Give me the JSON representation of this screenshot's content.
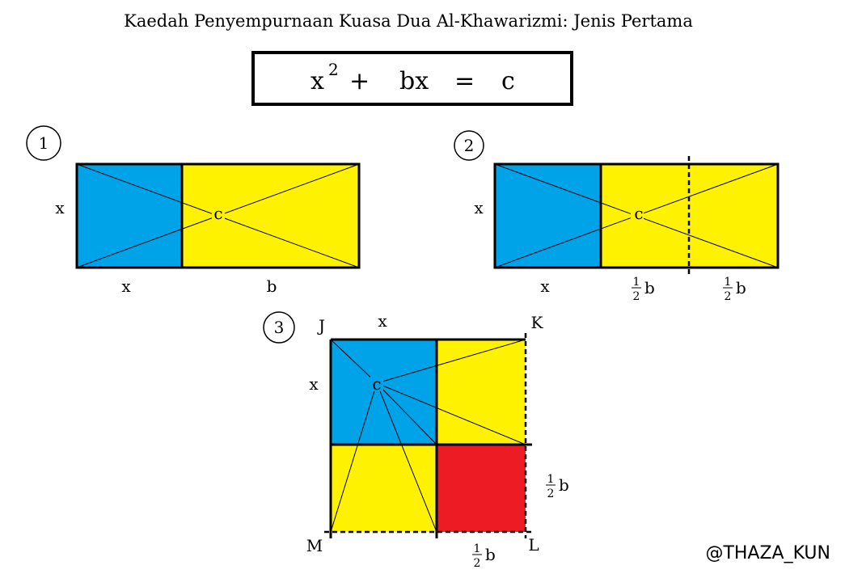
{
  "title": "Kaedah Penyempurnaan Kuasa Dua Al-Khawarizmi: Jenis Pertama",
  "equation": {
    "x": "x",
    "exponent": "2",
    "plus": "+",
    "bx": "bx",
    "equals": "=",
    "c": "c"
  },
  "step1": {
    "number": "1",
    "side_label": "x",
    "bottom_left_label": "x",
    "bottom_right_label": "b",
    "center_label": "c"
  },
  "step2": {
    "number": "2",
    "side_label": "x",
    "bottom_left_label": "x",
    "half_b_left": {
      "num": "1",
      "den": "2",
      "var": "b"
    },
    "half_b_right": {
      "num": "1",
      "den": "2",
      "var": "b"
    },
    "center_label": "c"
  },
  "step3": {
    "number": "3",
    "corner_J": "J",
    "corner_K": "K",
    "corner_L": "L",
    "corner_M": "M",
    "top_label": "x",
    "side_label": "x",
    "center_label": "c",
    "half_b_side": {
      "num": "1",
      "den": "2",
      "var": "b"
    },
    "half_b_bottom": {
      "num": "1",
      "den": "2",
      "var": "b"
    }
  },
  "credit": "@THAZA_KUN",
  "colors": {
    "blue": "#00a2e8",
    "yellow": "#fff200",
    "red": "#ed1c24",
    "line": "#000000"
  }
}
